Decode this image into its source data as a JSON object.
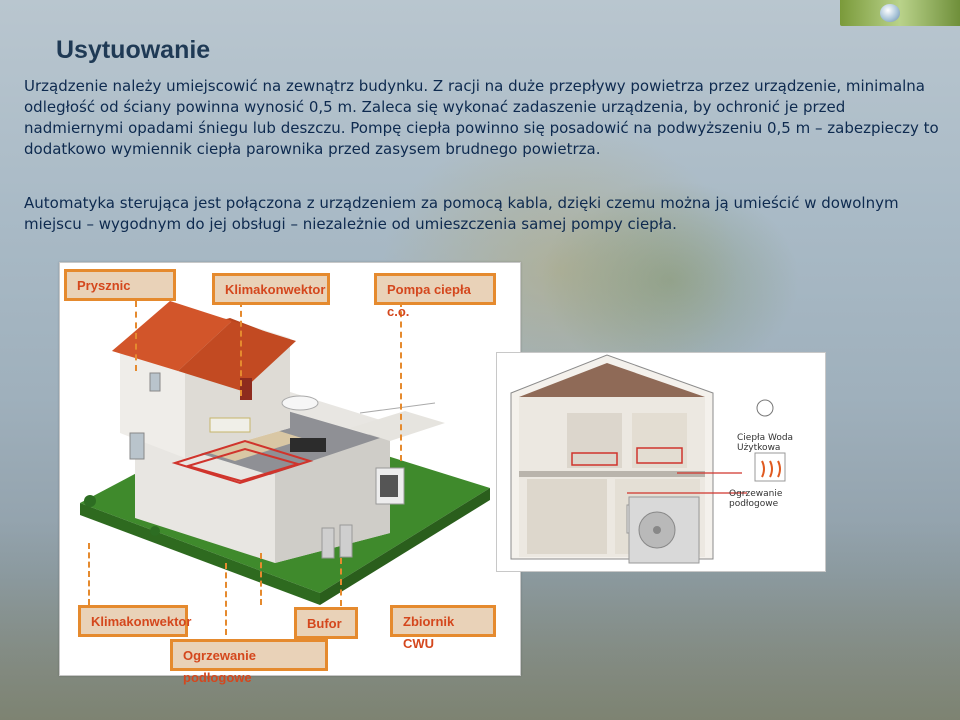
{
  "slide": {
    "title": "Usytuowanie",
    "paragraph_1": "Urządzenie należy umiejscowić na zewnątrz budynku. Z racji na duże przepływy powietrza przez urządzenie, minimalna odległość od ściany powinna wynosić 0,5 m. Zaleca się wykonać zadaszenie urządzenia, by ochronić je przed nadmiernymi opadami śniegu lub deszczu. Pompę ciepła powinno się posadowić na podwyższeniu 0,5 m – zabezpieczy to dodatkowo wymiennik ciepła parownika przed zasysem brudnego powietrza.",
    "paragraph_2": "Automatyka sterująca jest połączona z urządzeniem za pomocą kabla, dzięki czemu można ją umieścić w dowolnym miejscu – wygodnym do jej obsługi – niezależnie od umieszczenia samej pompy ciepła."
  },
  "house_diagram": {
    "labels": {
      "prysznic": "Prysznic",
      "klimakonwektor_top": "Klimakonwektor",
      "pompa": "Pompa ciepła c.o.",
      "klimakonwektor_bottom": "Klimakonwektor",
      "bufor": "Bufor",
      "zbiornik": "Zbiornik CWU",
      "ogrzewanie": "Ogrzewanie podłogowe"
    },
    "colors": {
      "label_border": "#e58a2e",
      "label_fill": "#e9d2b8",
      "label_text": "#d4471d",
      "roof": "#d2552a",
      "lawn": "#3f8a2c"
    }
  },
  "system_diagram": {
    "labels": {
      "cwu": "Ciepła Woda Użytkowa",
      "floor": "Ogrzewanie podłogowe"
    }
  }
}
